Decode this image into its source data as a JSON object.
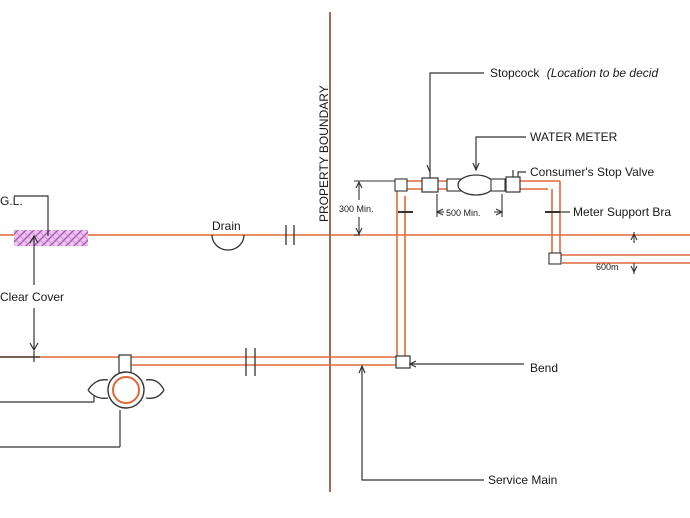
{
  "labels": {
    "stopcock": "Stopcock",
    "stopcock_note": "(Location to be decid",
    "water_meter": "WATER METER",
    "consumer_stop_valve": "Consumer's Stop Valve",
    "meter_support": "Meter Support Bra",
    "property_boundary": "PROPERTY BOUNDARY",
    "drain": "Drain",
    "gl": "G.L.",
    "clear_cover": "Clear Cover",
    "bend": "Bend",
    "service_main": "Service Main",
    "dim_300": "300 Min.",
    "dim_500": "500 Min.",
    "dim_600": "600m"
  },
  "colors": {
    "pipe": "#e0683a",
    "line": "#333333",
    "boundary": "#9c6b50",
    "ground_hatch": "#b452b4"
  }
}
